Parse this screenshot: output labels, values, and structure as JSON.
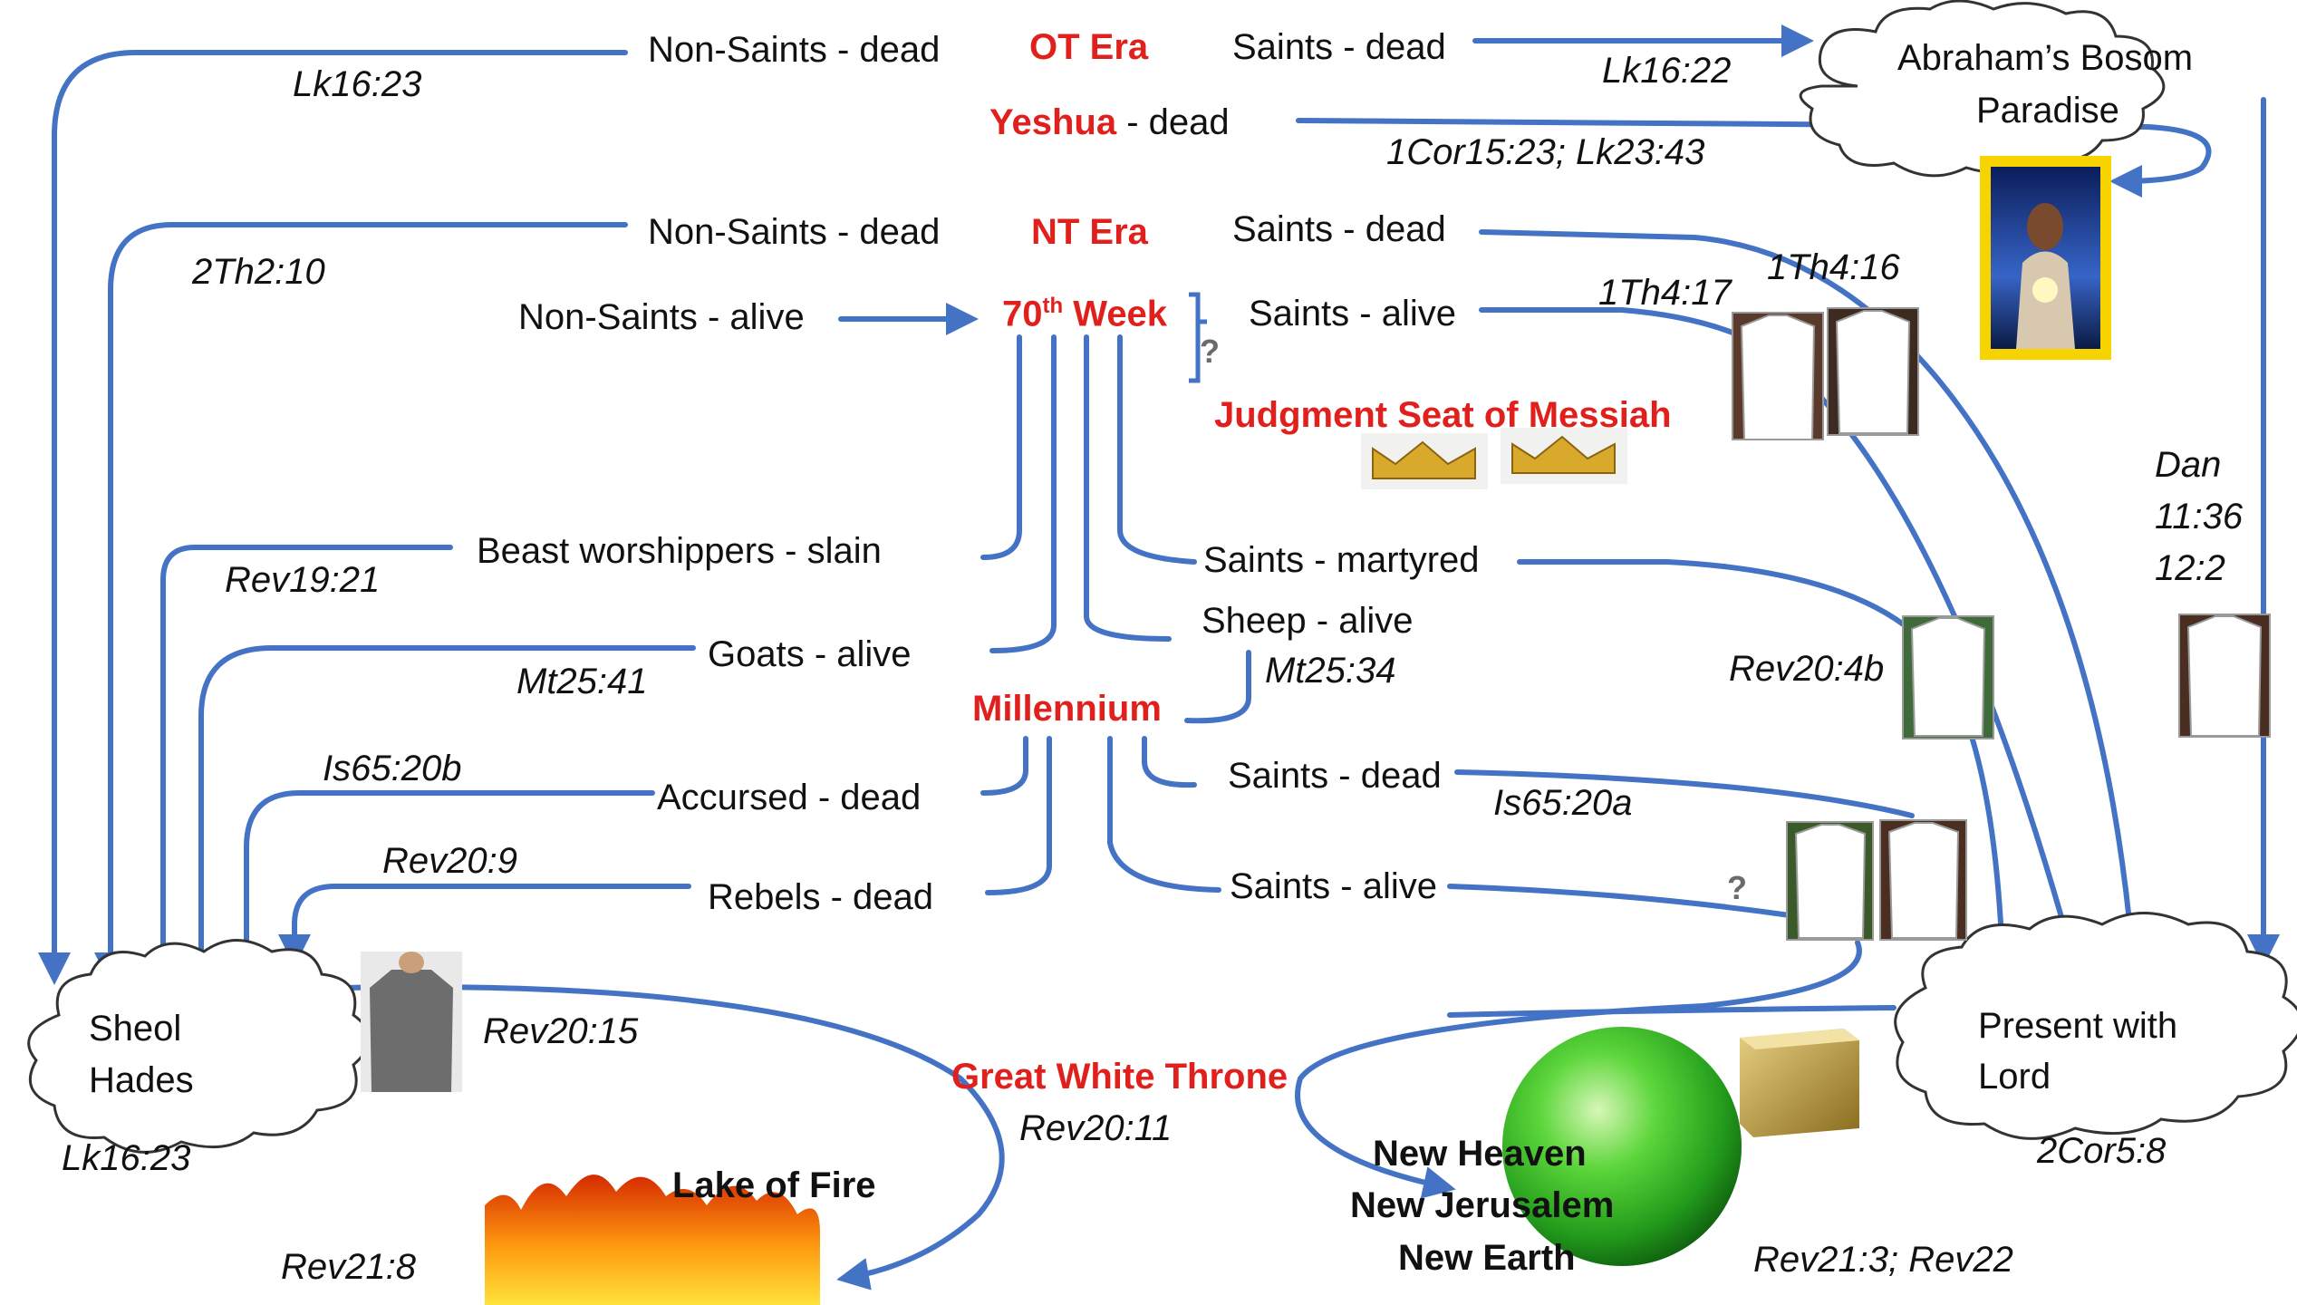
{
  "eras": {
    "ot": "OT Era",
    "nt": "NT Era",
    "week_num": "70",
    "week_sup": "th",
    "week_word": "Week",
    "millennium": "Millennium",
    "judgment_seat": "Judgment Seat of Messiah",
    "great_white_throne": "Great White Throne"
  },
  "groups": {
    "ot_nonsaints": "Non-Saints - dead",
    "ot_saints": "Saints - dead",
    "yeshua_name": "Yeshua",
    "yeshua_rest": " - dead",
    "nt_nonsaints": "Non-Saints - dead",
    "nt_saints_dead": "Saints - dead",
    "nonsaints_alive": "Non-Saints - alive",
    "saints_alive": "Saints - alive",
    "beast": "Beast worshippers - slain",
    "martyred": "Saints - martyred",
    "sheep": "Sheep - alive",
    "goats": "Goats - alive",
    "accursed": "Accursed - dead",
    "mill_saints_dead": "Saints - dead",
    "rebels": "Rebels - dead",
    "mill_saints_alive": "Saints - alive"
  },
  "places": {
    "abraham_line1": "Abraham’s Bosom",
    "abraham_line2": "Paradise",
    "sheol_line1": "Sheol",
    "sheol_line2": "Hades",
    "present_line1": "Present with",
    "present_line2": "Lord",
    "lake": "Lake of Fire",
    "new_heaven": "New Heaven",
    "new_jerusalem": "New Jerusalem",
    "new_earth": "New Earth"
  },
  "refs": {
    "lk1623_top": "Lk16:23",
    "lk1622": "Lk16:22",
    "cor1523": "1Cor15:23; Lk23:43",
    "th210": "2Th2:10",
    "th417": "1Th4:17",
    "th416": "1Th4:16",
    "rev1921": "Rev19:21",
    "mt2541": "Mt25:41",
    "mt2534": "Mt25:34",
    "rev204b": "Rev20:4b",
    "is6520b": "Is65:20b",
    "is6520a": "Is65:20a",
    "rev209": "Rev20:9",
    "rev2015": "Rev20:15",
    "lk1623_bottom": "Lk16:23",
    "rev2011": "Rev20:11",
    "rev218": "Rev21:8",
    "rev213": "Rev21:3; Rev22",
    "cor58": "2Cor5:8",
    "dan1": "Dan",
    "dan2": "11:36",
    "dan3": "12:2"
  },
  "marks": {
    "q": "?"
  },
  "colors": {
    "arrow": "#4472c4",
    "accent_red": "#e0201c",
    "earth_green": "#3fb82a",
    "frame_gold": "#f7d400"
  }
}
